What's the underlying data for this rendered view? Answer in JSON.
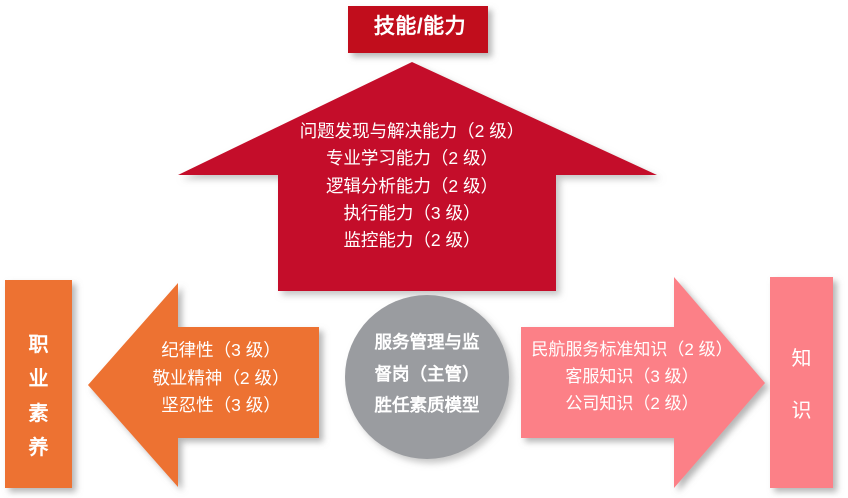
{
  "diagram": {
    "title": "服务管理与监督岗（主管）胜任素质模型",
    "center": {
      "label": "服务管理与监\n督岗（主管）\n胜任素质模型",
      "shape": "circle",
      "color": "#9a9ca0"
    },
    "top": {
      "header_label": "技能/能力",
      "header_color": "#c1071f",
      "arrow_color": "#c40a2b",
      "arrow_direction": "up",
      "items": [
        "问题发现与解决能力（2 级）",
        "专业学习能力（2 级）",
        "逻辑分析能力（2 级）",
        "执行能力（3 级）",
        "监控能力（2 级）"
      ],
      "items_text": "问题发现与解决能力（2 级）\n专业学习能力（2 级）\n逻辑分析能力（2 级）\n执行能力（3 级）\n监控能力（2 级）"
    },
    "left": {
      "header_label": "职\n业\n素\n养",
      "header_plain": "职业素养",
      "color": "#ed7230",
      "arrow_direction": "left",
      "items": [
        "纪律性（3 级）",
        "敬业精神（2 级）",
        "坚忍性（3 级）"
      ],
      "items_text": "纪律性（3 级）\n敬业精神（2 级）\n坚忍性（3 级）"
    },
    "right": {
      "header_label": "知\n识",
      "header_plain": "知识",
      "color": "#fc8087",
      "arrow_direction": "right",
      "items": [
        "民航服务标准知识（2 级）",
        "客服知识（3 级）",
        "公司知识（2 级）"
      ],
      "items_text": "民航服务标准知识（2 级）\n客服知识（3 级）\n公司知识（2 级）"
    }
  }
}
